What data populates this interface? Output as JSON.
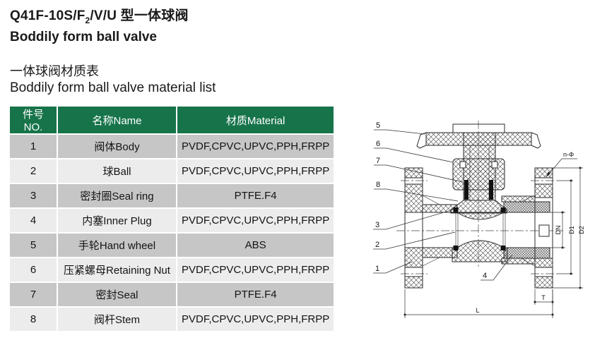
{
  "header": {
    "model_prefix": "Q41F-10S/F",
    "model_sub": "2",
    "model_suffix": "/V/U 型一体球阀",
    "subtitle_en": "Boddily form ball valve",
    "list_title_cn": "一体球阀材质表",
    "list_title_en": "Boddily form ball valve material list"
  },
  "table": {
    "header_bg": "#17744a",
    "row_dark": "#c6c6c6",
    "row_light": "#ececec",
    "headers": [
      "件号NO.",
      "名称Name",
      "材质Material"
    ],
    "rows": [
      [
        "1",
        "阀体Body",
        "PVDF,CPVC,UPVC,PPH,FRPP"
      ],
      [
        "2",
        "球Ball",
        "PVDF,CPVC,UPVC,PPH,FRPP"
      ],
      [
        "3",
        "密封圈Seal ring",
        "PTFE.F4"
      ],
      [
        "4",
        "内塞Inner Plug",
        "PVDF,CPVC,UPVC,PPH,FRPP"
      ],
      [
        "5",
        "手轮Hand wheel",
        "ABS"
      ],
      [
        "6",
        "压紧螺母Retaining Nut",
        "PVDF,CPVC,UPVC,PPH,FRPP"
      ],
      [
        "7",
        "密封Seal",
        "PTFE.F4"
      ],
      [
        "8",
        "阀杆Stem",
        "PVDF,CPVC,UPVC,PPH,FRPP"
      ]
    ]
  },
  "diagram": {
    "callouts": {
      "n1": "1",
      "n2": "2",
      "n3": "3",
      "n4": "4",
      "n5": "5",
      "n6": "6",
      "n7": "7",
      "n8": "8"
    },
    "dims": {
      "bolt_holes": "n-Φ",
      "dn": "DN",
      "d1": "D1",
      "d2": "D2",
      "t": "T",
      "l": "L"
    }
  }
}
